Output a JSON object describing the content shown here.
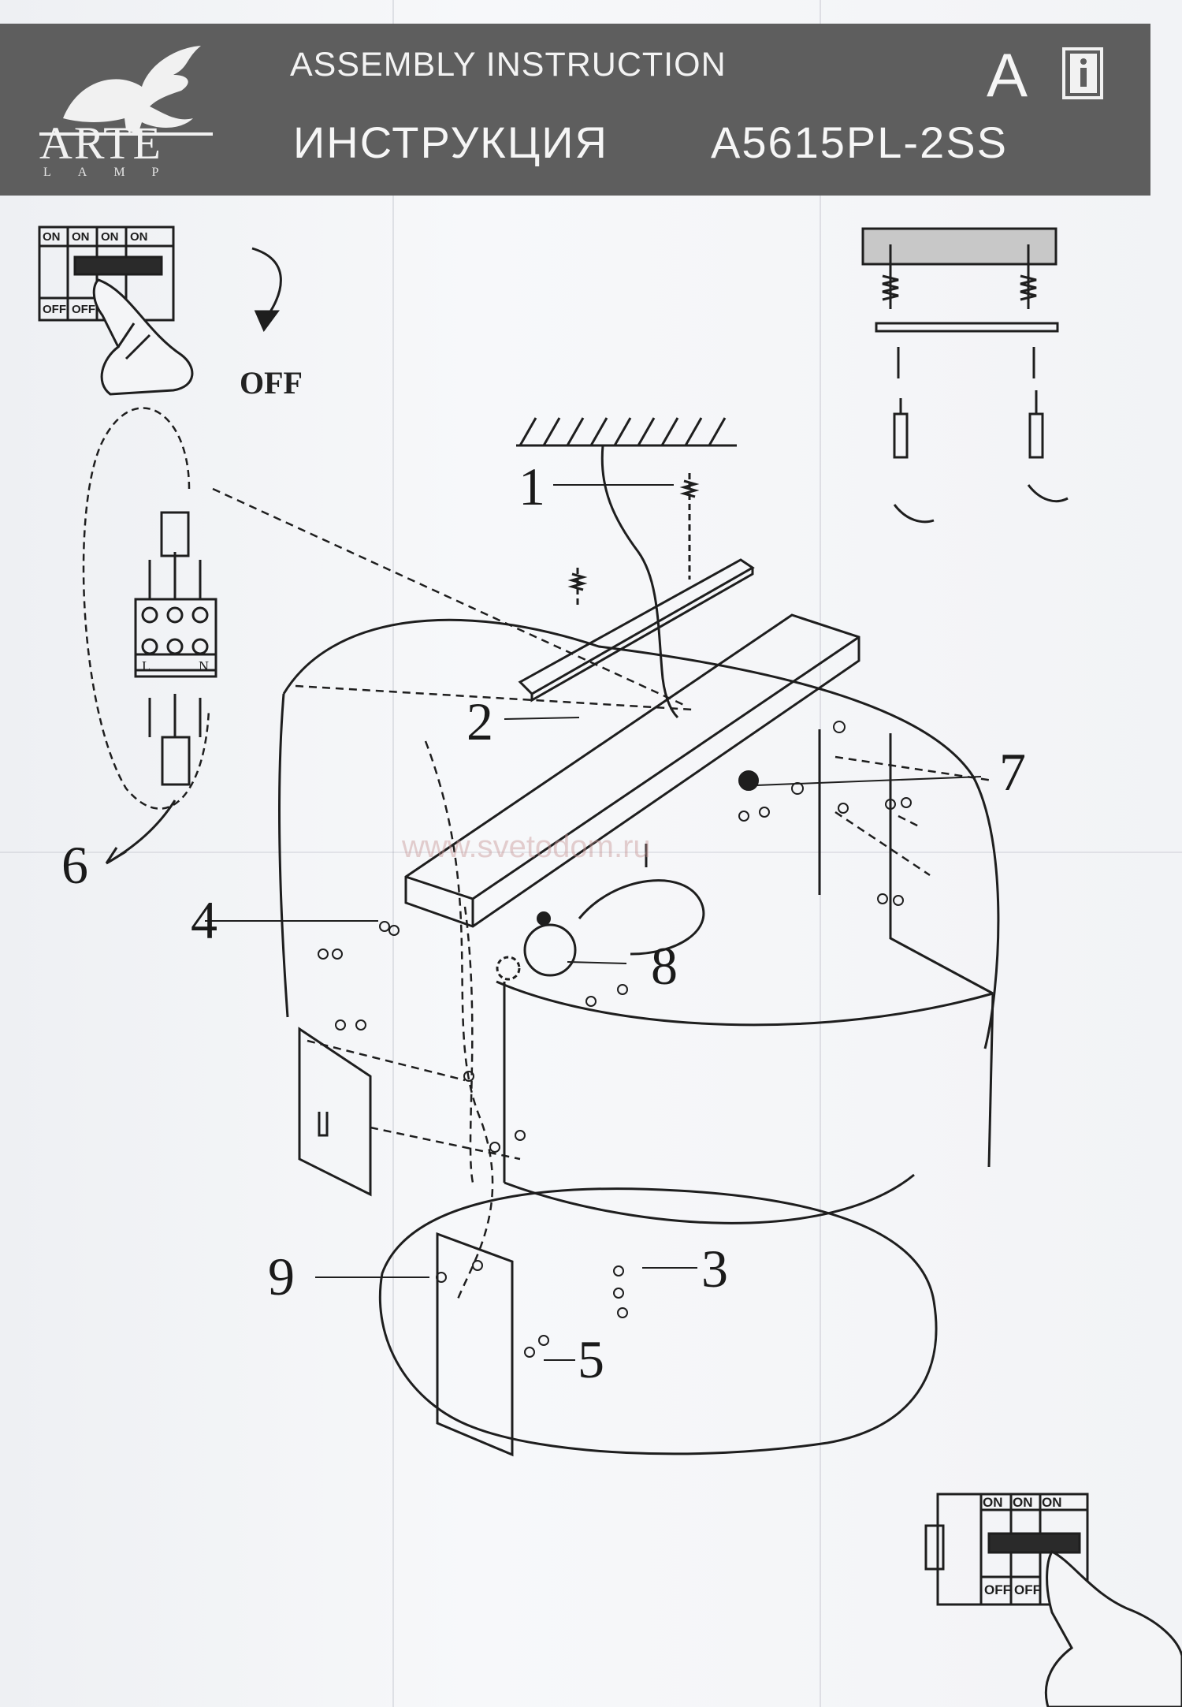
{
  "header": {
    "brand": "ARTE",
    "brand_sub": "LAMP",
    "title_en": "ASSEMBLY INSTRUCTION",
    "title_ru": "ИНСТРУКЦИЯ",
    "model": "A5615PL-2SS",
    "letter": "A",
    "info_icon": "info-book-icon",
    "header_color": "#5e5e5e"
  },
  "top_left_switch": {
    "on_labels": [
      "ON",
      "ON",
      "ON",
      "ON"
    ],
    "off_labels": [
      "OFF",
      "OFF"
    ],
    "caption": "OFF"
  },
  "terminal": {
    "labels": [
      "L",
      "N"
    ]
  },
  "callouts": [
    "1",
    "2",
    "3",
    "4",
    "5",
    "6",
    "7",
    "8",
    "9"
  ],
  "watermark": "www.svetodom.ru",
  "bottom_right_switch": {
    "on_labels": [
      "ON",
      "ON",
      "ON"
    ],
    "off_labels": [
      "OFF",
      "OFF"
    ]
  }
}
